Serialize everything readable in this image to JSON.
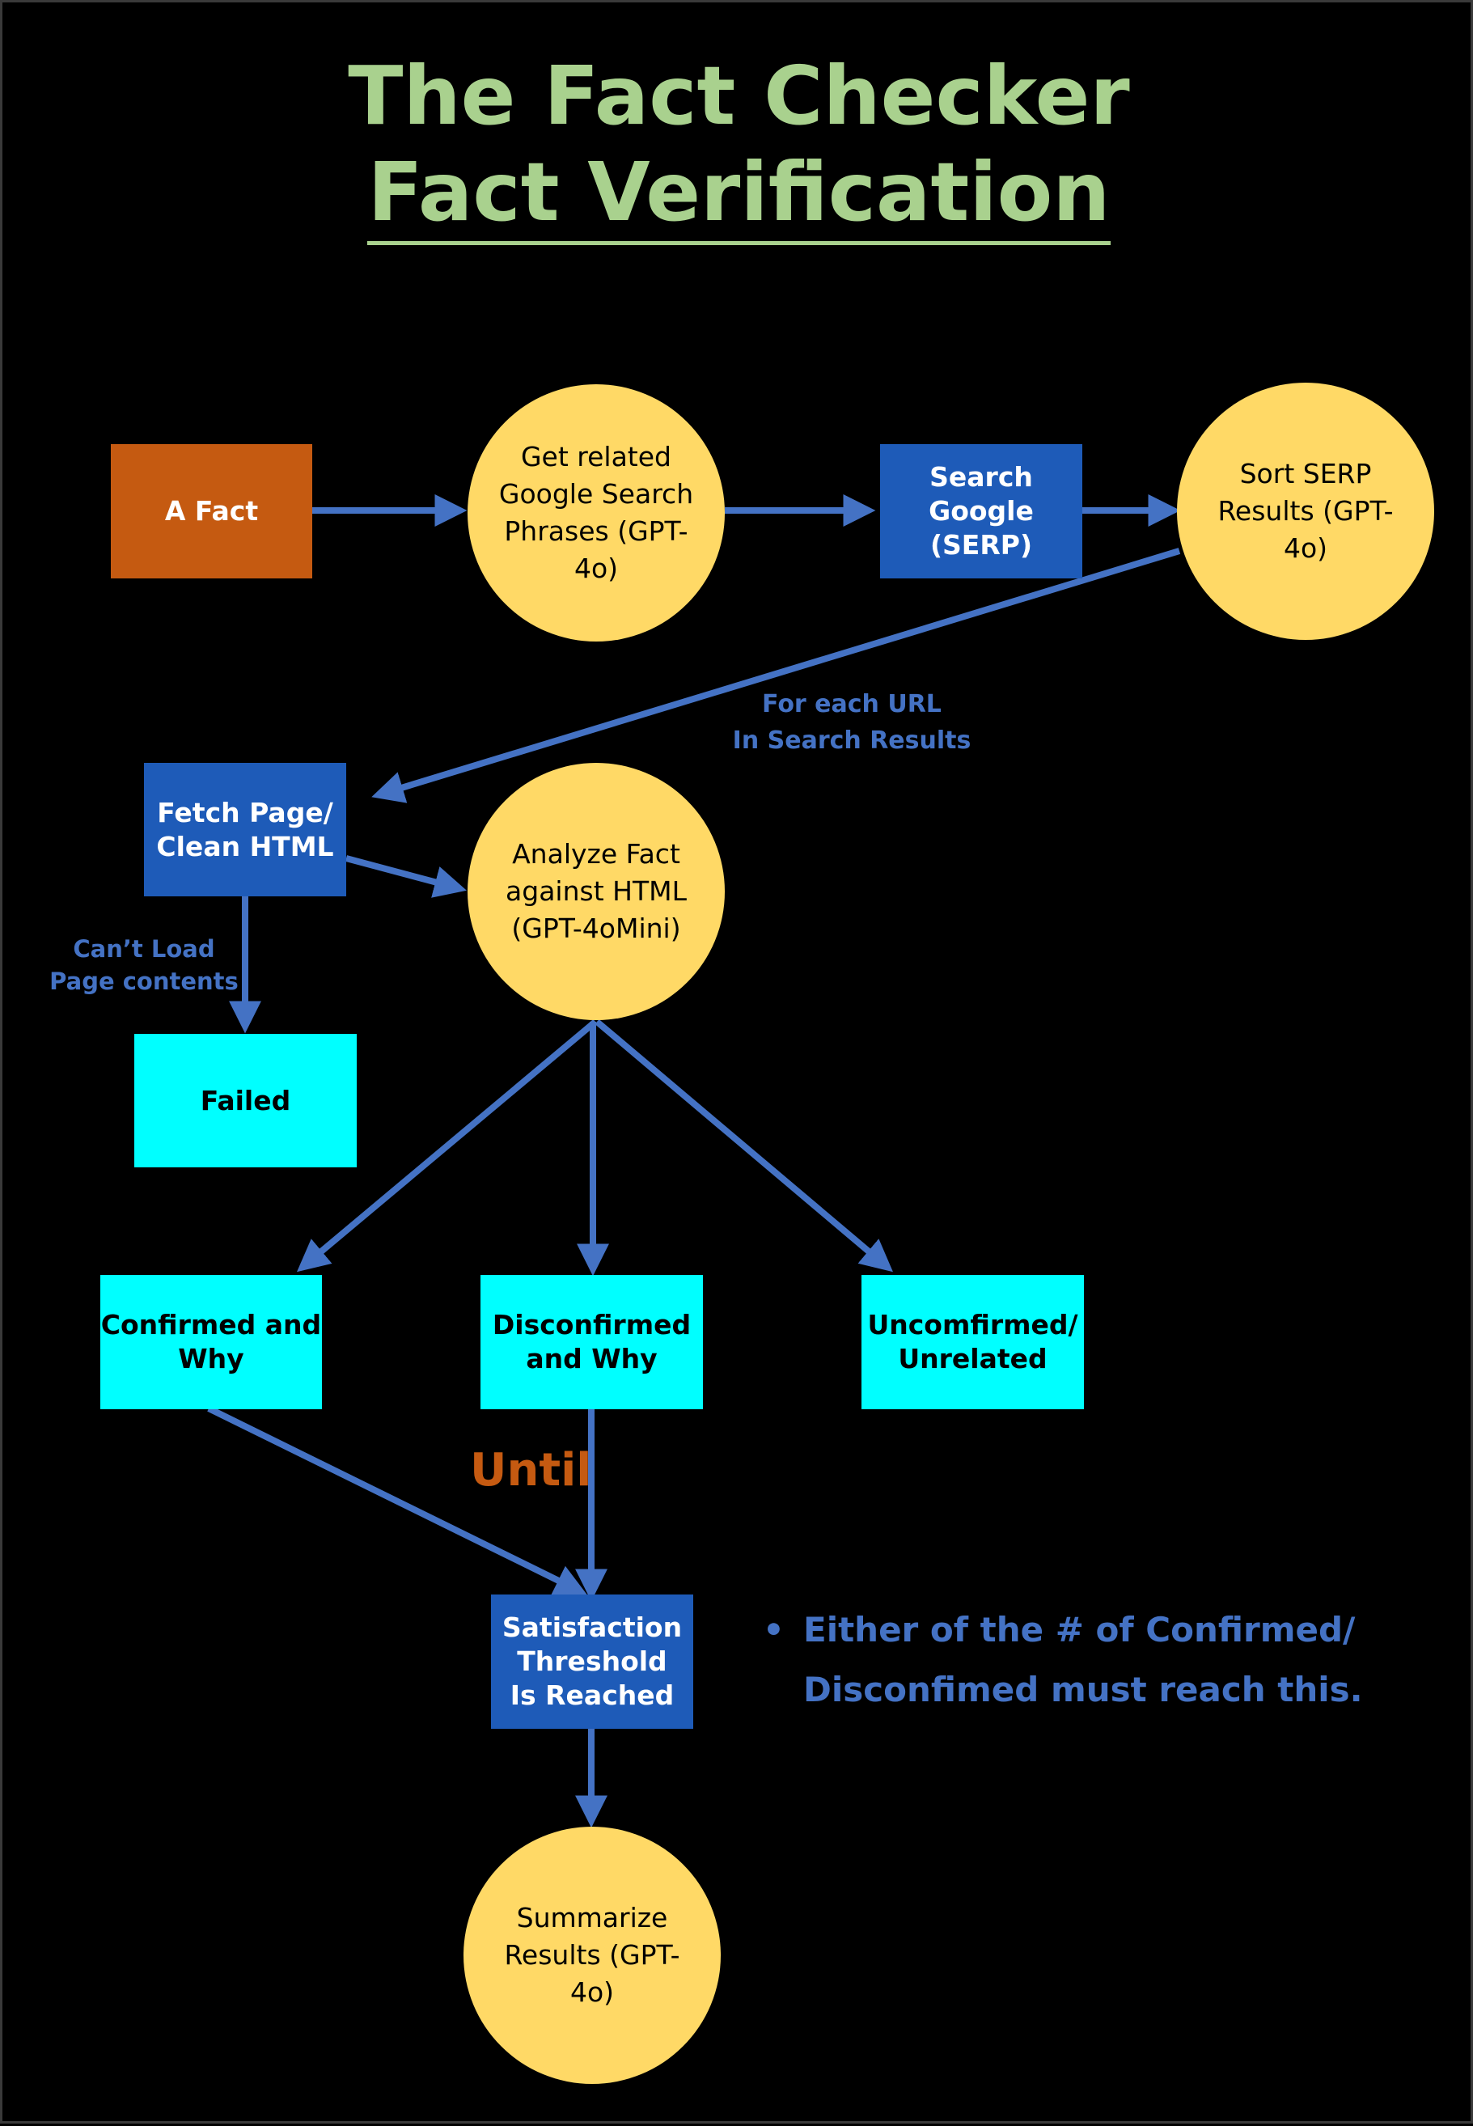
{
  "title": {
    "line1": "The Fact Checker",
    "line2": "Fact Verification"
  },
  "colors": {
    "background": "#000000",
    "title": "#a9d18e",
    "arrow": "#4472c4",
    "orange_box": "#c55a11",
    "blue_box": "#1e5bb8",
    "cyan_box": "#00ffff",
    "circle": "#ffd966",
    "until": "#c55a11"
  },
  "nodes": {
    "a_fact": "A Fact",
    "get_related": "Get related\nGoogle Search\nPhrases (GPT-\n4o)",
    "search_google": "Search\nGoogle\n(SERP)",
    "sort_serp": "Sort SERP\nResults (GPT-\n4o)",
    "fetch_page": "Fetch Page/\nClean HTML",
    "analyze_fact": "Analyze Fact\nagainst HTML\n(GPT-4oMini)",
    "failed": "Failed",
    "confirmed": "Confirmed and\nWhy",
    "disconfirmed": "Disconfirmed\nand Why",
    "unconfirmed": "Uncomfirmed/\nUnrelated",
    "threshold": "Satisfaction\nThreshold\nIs Reached",
    "summarize": "Summarize\nResults (GPT-\n4o)"
  },
  "labels": {
    "for_each_url": "For each URL\nIn Search Results",
    "cant_load": "Can’t Load\nPage contents",
    "until": "Until"
  },
  "note": {
    "bullet": "•",
    "text": "Either of the # of Confirmed/\nDisconfimed must reach this."
  }
}
